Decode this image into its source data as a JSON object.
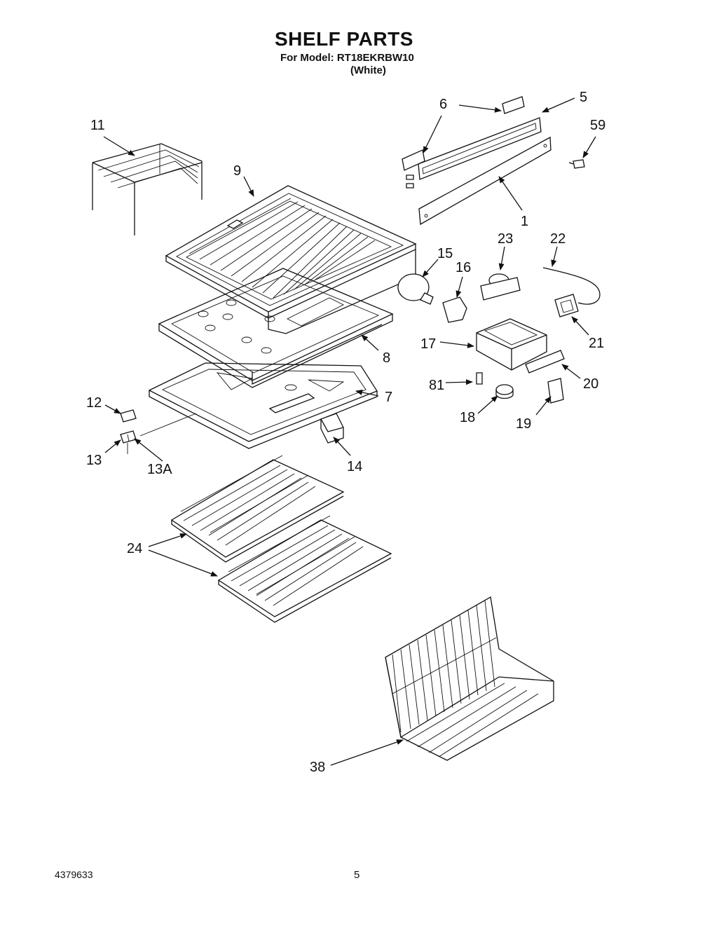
{
  "header": {
    "title": "SHELF PARTS",
    "subtitle": "For Model: RT18EKRBW10",
    "variant": "(White)"
  },
  "footer": {
    "doc_number": "4379633",
    "page": "5"
  },
  "callouts": {
    "c1": "1",
    "c5": "5",
    "c6": "6",
    "c59": "59",
    "c11": "11",
    "c9": "9",
    "c15": "15",
    "c16": "16",
    "c23": "23",
    "c22": "22",
    "c21": "21",
    "c17": "17",
    "c8": "8",
    "c81": "81",
    "c20": "20",
    "c7": "7",
    "c12": "12",
    "c13": "13",
    "c13a": "13A",
    "c14": "14",
    "c18": "18",
    "c19": "19",
    "c24": "24",
    "c38": "38"
  }
}
